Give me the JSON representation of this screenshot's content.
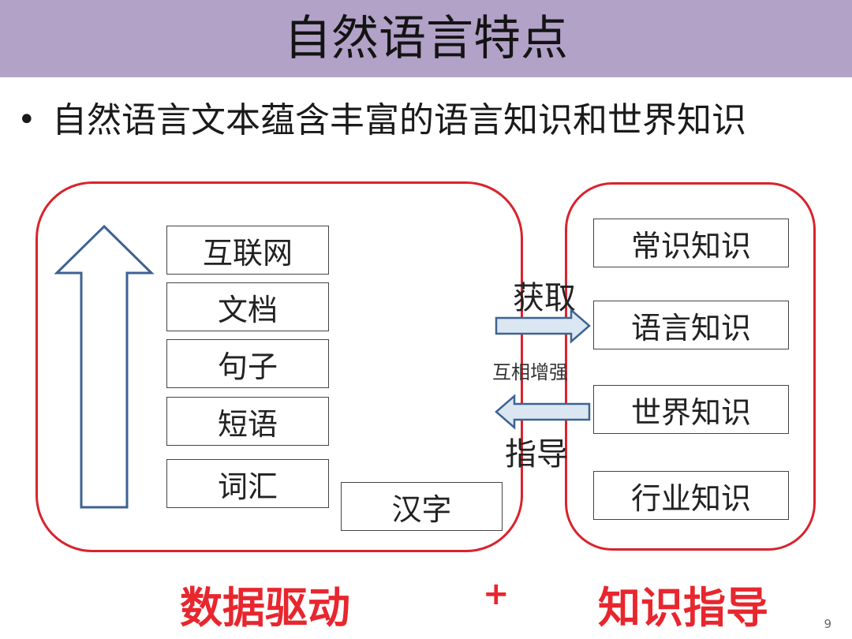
{
  "slide": {
    "title": "自然语言特点",
    "bullet": "自然语言文本蕴含丰富的语言知识和世界知识",
    "page_number": "9"
  },
  "left_group": {
    "levels": [
      "互联网",
      "文档",
      "句子",
      "短语",
      "词汇"
    ],
    "extra": "汉字"
  },
  "right_group": {
    "knowledge": [
      "常识知识",
      "语言知识",
      "世界知识",
      "行业知识"
    ]
  },
  "arrows": {
    "acquire": "获取",
    "mutual": "互相增强",
    "guide": "指导"
  },
  "bottom": {
    "left": "数据驱动",
    "plus": "+",
    "right": "知识指导"
  },
  "colors": {
    "title_bar": "#b2a2c8",
    "frame": "#d9232d",
    "bottom_text": "#e8262e",
    "arrow_fill": "#dbe6f3",
    "arrow_stroke": "#3d6392"
  }
}
